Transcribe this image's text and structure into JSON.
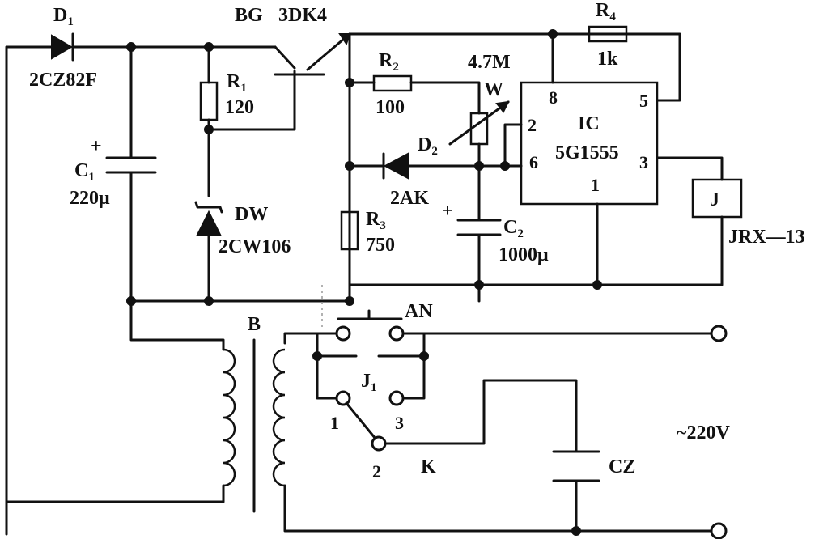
{
  "components": {
    "d1": {
      "ref": "D",
      "ref_sub": "1",
      "value": "2CZ82F"
    },
    "bg": {
      "ref": "BG",
      "value": "3DK4"
    },
    "r1": {
      "ref": "R",
      "ref_sub": "1",
      "value": "120"
    },
    "c1": {
      "ref": "C",
      "ref_sub": "1",
      "value": "220μ",
      "polarity": "+"
    },
    "dw": {
      "ref": "DW",
      "value": "2CW106"
    },
    "r2": {
      "ref": "R",
      "ref_sub": "2",
      "value": "100"
    },
    "w": {
      "ref": "W",
      "value": "4.7M"
    },
    "d2": {
      "ref": "D",
      "ref_sub": "2",
      "value": "2AK"
    },
    "r3": {
      "ref": "R",
      "ref_sub": "3",
      "value": "750"
    },
    "c2": {
      "ref": "C",
      "ref_sub": "2",
      "value": "1000μ",
      "polarity": "+"
    },
    "r4": {
      "ref": "R",
      "ref_sub": "4",
      "value": "1k"
    },
    "ic": {
      "ref": "IC",
      "value": "5G1555",
      "pins": {
        "p8": "8",
        "p5": "5",
        "p2": "2",
        "p6": "6",
        "p3": "3",
        "p1": "1"
      }
    },
    "relay": {
      "ref": "J",
      "value": "JRX—13"
    },
    "transformer": {
      "ref": "B"
    },
    "button": {
      "ref": "AN"
    },
    "switch_j1": {
      "ref": "J",
      "ref_sub": "1",
      "pos1": "1",
      "pos2": "2",
      "pos3": "3"
    },
    "switch_k": {
      "ref": "K"
    },
    "socket": {
      "ref": "CZ"
    },
    "mains": {
      "label": "~220V"
    }
  }
}
